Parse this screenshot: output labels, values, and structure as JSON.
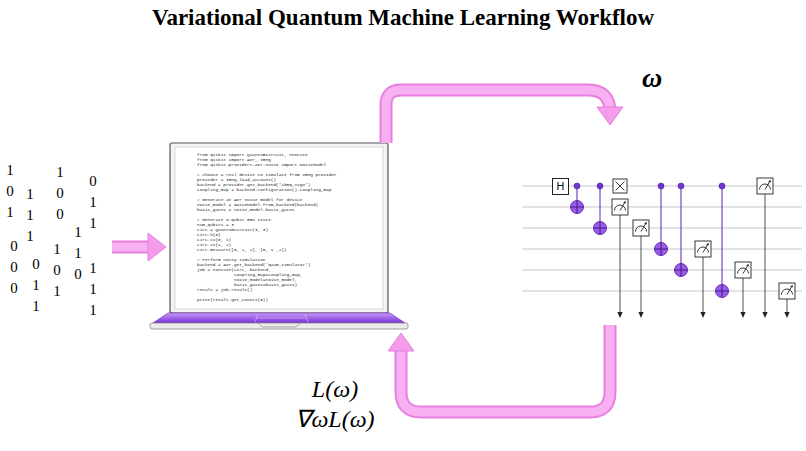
{
  "diagram": {
    "title": "Variational Quantum Machine Learning Workflow",
    "nodes": [
      {
        "text": [
          "from qiskit import QuantumCircuit, execute",
          "from qiskit import Aer, IBMQ",
          "from qiskit.providers.aer.noise import NoiseModel",
          "# Choose a real device to simulate from IBMQ provider",
          "provider = IBMQ.load_account()",
          "backend = provider.get_backend('ibmq_vigo')",
          "coupling_map = backend.configuration().coupling_map",
          "# Generate an Aer noise model for device",
          "noise_model = NoiseModel.from_backend(backend)",
          "basis_gates = noise_model.basis_gates",
          "# Generate 3-qubit GHZ state",
          "num_qubits = 3",
          "circ = QuantumCircuit(3, 3)",
          "circ.h(0)",
          "circ.cx(0, 1)",
          "circ.cx(1, 2)",
          "circ.measure([0, 1, 2], [0, 1 ,2])",
          "# Perform noisy simulation",
          "backend = Aer.get_backend('qasm_simulator')",
          "job = execute(circ, backend,",
          "coupling_map=coupling_map,",
          "noise_model=noise_model,",
          "basis_gates=basis_gates)",
          "result = job.result()",
          "print(result.get_counts(0))"
        ]
      },
      {
        "text": [
          "H"
        ]
      }
    ],
    "edges": [
      {
        "from": 0,
        "to": 1,
        "arrow": "to",
        "label": "ω"
      },
      {
        "from": 1,
        "to": 0,
        "arrow": "to",
        "label": "L(ω) ∇ωL(ω)"
      }
    ],
    "labels": [
      "1 0 1",
      "0 0 0",
      "1 1 1",
      "0 1 1",
      "1 0 0",
      "1 0 1",
      "1 1 0",
      "0 1 1",
      "1 1 1"
    ]
  }
}
